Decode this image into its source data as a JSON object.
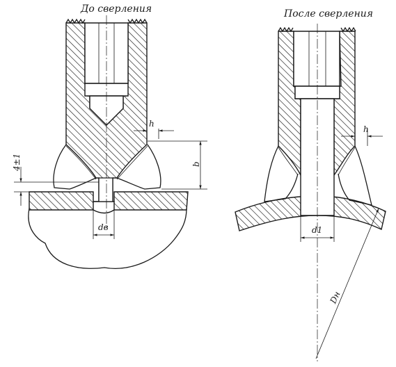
{
  "titles": {
    "before": "До сверления",
    "after": "После сверления"
  },
  "labels": {
    "h_left": "h",
    "b": "b",
    "tolerance": "4±1",
    "d_v": "dв",
    "h_right": "h",
    "d_1": "d1",
    "D_n": "Dн"
  },
  "colors": {
    "ink": "#1a1a1a",
    "paper": "#ffffff"
  }
}
